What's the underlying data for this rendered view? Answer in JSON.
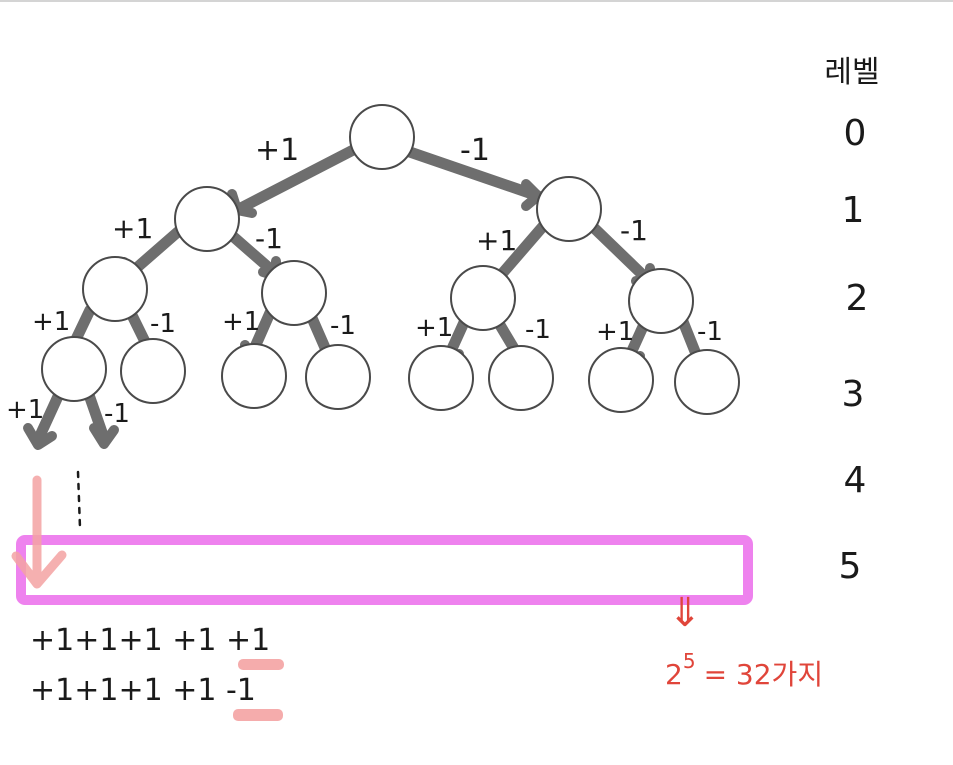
{
  "legend": {
    "header": "레벨",
    "levels": [
      "0",
      "1",
      "2",
      "3",
      "4",
      "5"
    ]
  },
  "edge_labels": {
    "plus": "+1",
    "minus": "-1"
  },
  "sequences": [
    "+1+1+1 +1 +1",
    "+1+1+1 +1 -1"
  ],
  "result": {
    "arrow": "⇓",
    "base": "2",
    "exponent": "5",
    "rest": "= 32가지"
  },
  "colors": {
    "edge": "#6e6e6e",
    "node_stroke": "#4a4a4a",
    "highlight_box": "#ee82ee",
    "pink_arrow": "#f4a3a3",
    "red_text": "#e0453a"
  }
}
